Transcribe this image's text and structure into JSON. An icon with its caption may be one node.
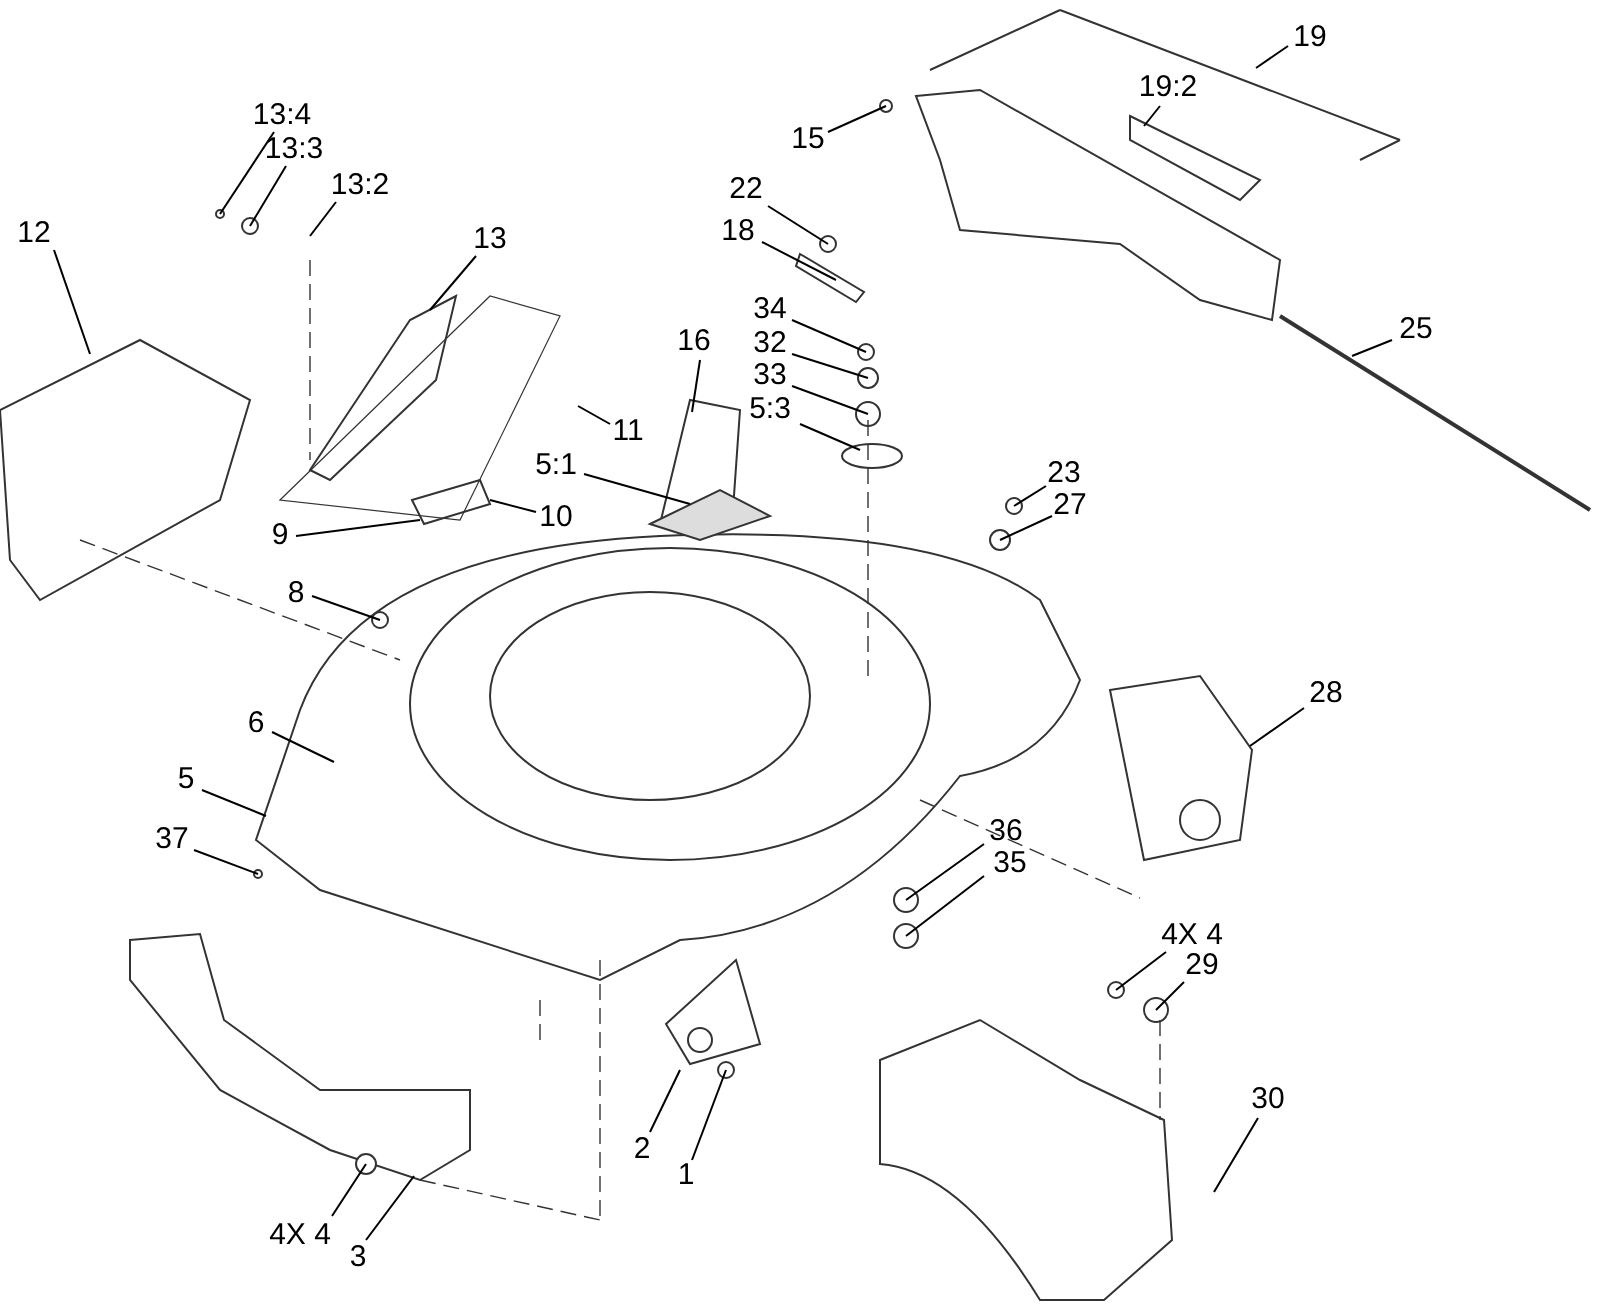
{
  "diagram": {
    "nodes": [
      {
        "text": [
          "13:4"
        ]
      },
      {
        "text": [
          "13:3"
        ]
      },
      {
        "text": [
          "13:2"
        ]
      },
      {
        "text": [
          "12"
        ]
      },
      {
        "text": [
          "13"
        ]
      },
      {
        "text": [
          "22"
        ]
      },
      {
        "text": [
          "18"
        ]
      },
      {
        "text": [
          "34"
        ]
      },
      {
        "text": [
          "32"
        ]
      },
      {
        "text": [
          "33"
        ]
      },
      {
        "text": [
          "5:3"
        ]
      },
      {
        "text": [
          "16"
        ]
      },
      {
        "text": [
          "5:1"
        ]
      },
      {
        "text": [
          "11"
        ]
      },
      {
        "text": [
          "9"
        ]
      },
      {
        "text": [
          "10"
        ]
      },
      {
        "text": [
          "8"
        ]
      },
      {
        "text": [
          "23"
        ]
      },
      {
        "text": [
          "27"
        ]
      },
      {
        "text": [
          "15"
        ]
      },
      {
        "text": [
          "19"
        ]
      },
      {
        "text": [
          "19:2"
        ]
      },
      {
        "text": [
          "25"
        ]
      },
      {
        "text": [
          "6"
        ]
      },
      {
        "text": [
          "5"
        ]
      },
      {
        "text": [
          "37"
        ]
      },
      {
        "text": [
          "28"
        ]
      },
      {
        "text": [
          "36"
        ]
      },
      {
        "text": [
          "35"
        ]
      },
      {
        "text": [
          "4X 4"
        ]
      },
      {
        "text": [
          "29"
        ]
      },
      {
        "text": [
          "30"
        ]
      },
      {
        "text": [
          "2"
        ]
      },
      {
        "text": [
          "1"
        ]
      },
      {
        "text": [
          "4X 4"
        ]
      },
      {
        "text": [
          "3"
        ]
      }
    ],
    "edges": [
      {
        "from": 0,
        "to": null,
        "arrow": "none"
      },
      {
        "from": 1,
        "to": null,
        "arrow": "none"
      },
      {
        "from": 2,
        "to": null,
        "arrow": "none"
      },
      {
        "from": 3,
        "to": null,
        "arrow": "none"
      },
      {
        "from": 4,
        "to": null,
        "arrow": "none"
      },
      {
        "from": 5,
        "to": null,
        "arrow": "none"
      },
      {
        "from": 6,
        "to": null,
        "arrow": "none"
      },
      {
        "from": 7,
        "to": null,
        "arrow": "none"
      },
      {
        "from": 8,
        "to": null,
        "arrow": "none"
      },
      {
        "from": 9,
        "to": null,
        "arrow": "none"
      },
      {
        "from": 10,
        "to": null,
        "arrow": "none"
      },
      {
        "from": 11,
        "to": null,
        "arrow": "none"
      },
      {
        "from": 12,
        "to": null,
        "arrow": "none"
      },
      {
        "from": 13,
        "to": null,
        "arrow": "none"
      },
      {
        "from": 14,
        "to": null,
        "arrow": "none"
      },
      {
        "from": 15,
        "to": null,
        "arrow": "none"
      },
      {
        "from": 16,
        "to": null,
        "arrow": "none"
      },
      {
        "from": 17,
        "to": null,
        "arrow": "none"
      },
      {
        "from": 18,
        "to": null,
        "arrow": "none"
      },
      {
        "from": 19,
        "to": null,
        "arrow": "none"
      },
      {
        "from": 20,
        "to": null,
        "arrow": "none"
      },
      {
        "from": 21,
        "to": null,
        "arrow": "none"
      },
      {
        "from": 22,
        "to": null,
        "arrow": "none"
      },
      {
        "from": 23,
        "to": null,
        "arrow": "none"
      },
      {
        "from": 24,
        "to": null,
        "arrow": "none"
      },
      {
        "from": 25,
        "to": null,
        "arrow": "none"
      },
      {
        "from": 26,
        "to": null,
        "arrow": "none"
      },
      {
        "from": 27,
        "to": null,
        "arrow": "none"
      },
      {
        "from": 28,
        "to": null,
        "arrow": "none"
      },
      {
        "from": 29,
        "to": null,
        "arrow": "none"
      },
      {
        "from": 30,
        "to": null,
        "arrow": "none"
      },
      {
        "from": 31,
        "to": null,
        "arrow": "none"
      },
      {
        "from": 32,
        "to": null,
        "arrow": "none"
      },
      {
        "from": 33,
        "to": null,
        "arrow": "none"
      },
      {
        "from": 34,
        "to": null,
        "arrow": "none"
      },
      {
        "from": 35,
        "to": null,
        "arrow": "none"
      }
    ]
  }
}
